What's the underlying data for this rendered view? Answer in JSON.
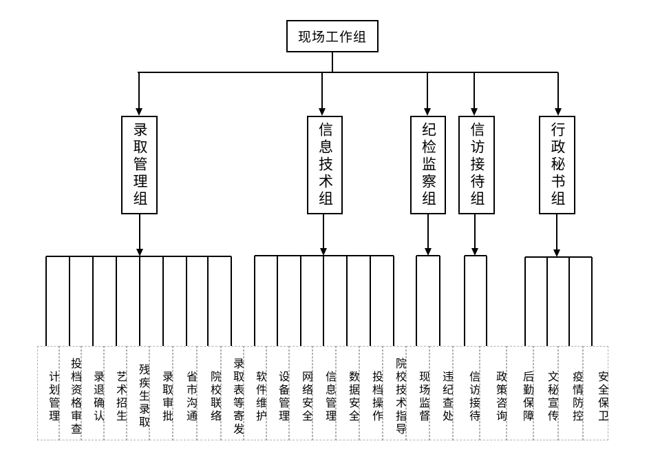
{
  "root": {
    "label": "现场工作组"
  },
  "groups": [
    {
      "label": "录取管理组",
      "tasks": [
        "计划管理",
        "投档资格审查",
        "录退确认",
        "艺术招生",
        "残疾生录取",
        "录取审批",
        "省市沟通",
        "院校联络",
        "录取表等寄发"
      ]
    },
    {
      "label": "信息技术组",
      "tasks": [
        "软件维护",
        "设备管理",
        "网络安全",
        "信息管理",
        "数据安全",
        "投档操作",
        "院校技术指导"
      ]
    },
    {
      "label": "纪检监察组",
      "tasks": [
        "现场监督",
        "违纪查处"
      ]
    },
    {
      "label": "信访接待组",
      "tasks": [
        "信访接待",
        "政策咨询"
      ]
    },
    {
      "label": "行政秘书组",
      "tasks": [
        "后勤保障",
        "文秘宣传",
        "疫情防控",
        "安全保卫"
      ]
    }
  ]
}
